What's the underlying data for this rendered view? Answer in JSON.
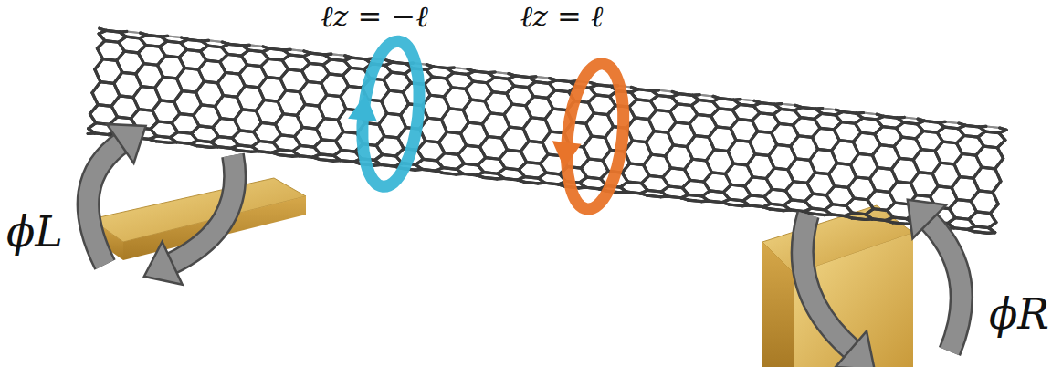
{
  "diagram": {
    "labels": [
      "ℓz = −ℓ",
      "ℓz = ℓ",
      "ϕL",
      "ϕR"
    ]
  }
}
